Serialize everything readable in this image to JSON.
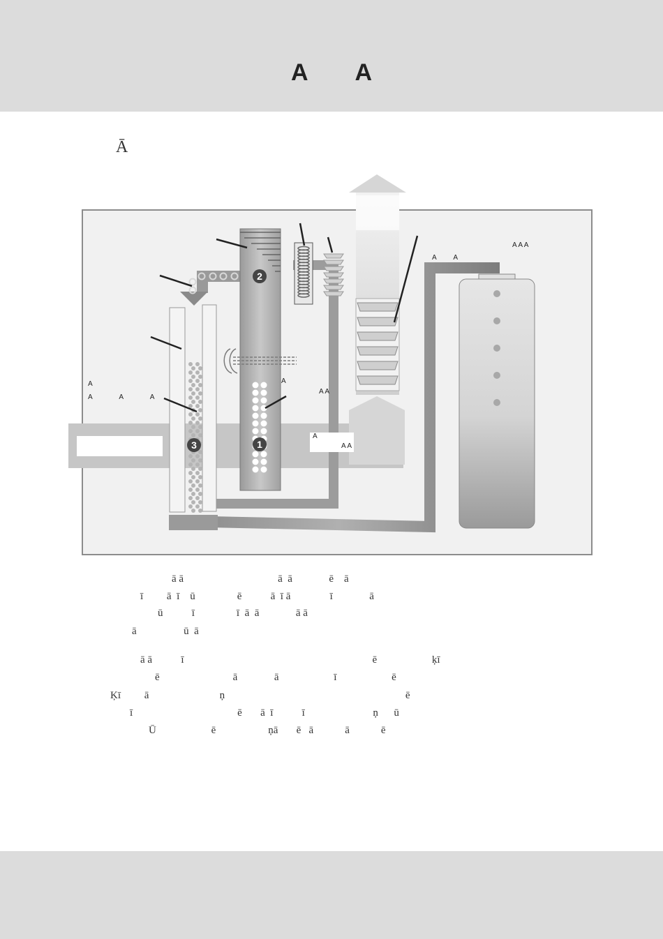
{
  "header": {
    "title": "A A"
  },
  "section": {
    "heading": "Ā"
  },
  "diagram": {
    "labels": {
      "top_right": "A A A",
      "tube_label": "A A",
      "left_1": "A",
      "left_2": "A A A",
      "center": "A",
      "right_of_column": "A A",
      "white_box_1": "A",
      "white_box_2": "A A"
    },
    "markers": [
      "1",
      "2",
      "3"
    ]
  },
  "body": {
    "para1": [
      "ā ā                                    ā  ā              ē    ā",
      "ī         ā  ī    ū                ē           ā  ī ā               ī              ā",
      "ū           ī                ī  ā  ā              ā ā",
      "ā                  ū  ā"
    ],
    "para2": [
      "ā ā           ī                                                                        ē                     ķī",
      "ē                            ā              ā                     ī                     ē",
      "Ķī         ā                           ņ                                                                     ē",
      "ī                                        ē       ā  ī           ī                          ņ      ū",
      "Ū                     ē                    ņā       ē   ā            ā            ē"
    ]
  }
}
